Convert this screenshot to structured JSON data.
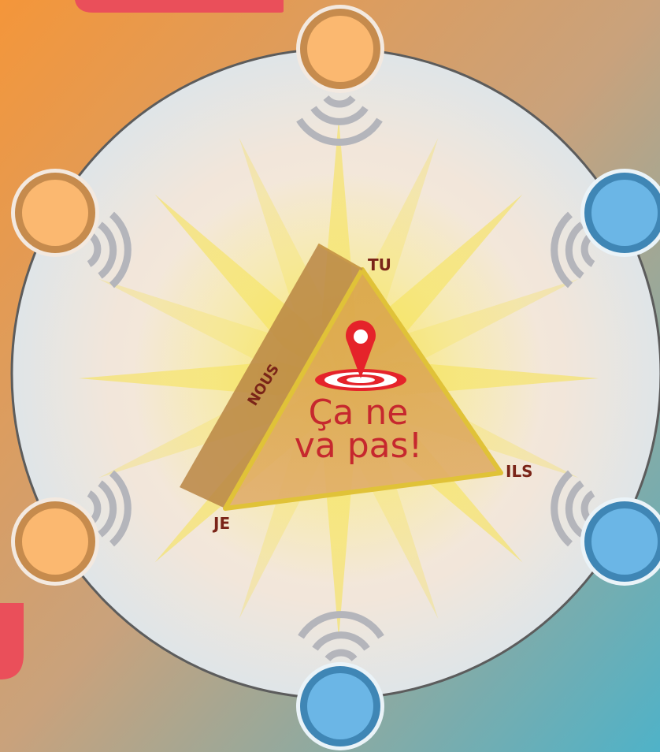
{
  "colors": {
    "bg_top_left": "#f4963a",
    "bg_bottom_right": "#4fb2c8",
    "disc": "#f2e6da",
    "disc_border": "#5c5c5c",
    "ray": "#f5e14a",
    "pyramid_face": "#d9a24e",
    "pyramid_side": "#b98544",
    "pyramid_edge": "#e0c238",
    "pin": "#e5232a",
    "text_red": "#c6282e",
    "label_dark": "#7a2418",
    "node_orange": "#fbb870",
    "node_orange_ring": "#c68b4d",
    "node_blue": "#6bb6e6",
    "node_blue_ring": "#3f86b5",
    "signal": "#b4b5bb",
    "tag_red": "#ea4f5a"
  },
  "triangle": {
    "label_top": "TU",
    "label_left": "JE",
    "label_right": "ILS",
    "label_side": "NOUS"
  },
  "center": {
    "line1": "Ça ne",
    "line2": "va pas!",
    "pin_icon": "location-pin-icon"
  },
  "nodes": {
    "orange": [
      "top",
      "upper-left",
      "lower-left"
    ],
    "blue": [
      "upper-right",
      "lower-right",
      "bottom"
    ]
  }
}
